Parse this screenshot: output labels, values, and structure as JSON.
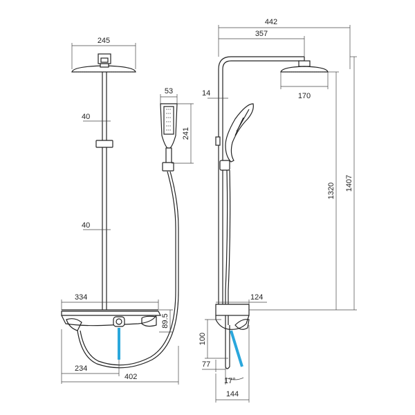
{
  "dimensions": {
    "front_head_width": "245",
    "front_bar_spacing_upper": "40",
    "front_bar_spacing_lower": "40",
    "front_shelf_width": "334",
    "front_mixer_height": "89.5",
    "front_mixer_offset": "234",
    "front_overall_width": "402",
    "hand_shower_width": "53",
    "hand_shower_height": "241",
    "side_overall_reach": "442",
    "side_arm_length": "357",
    "side_pipe_offset": "14",
    "side_head_diameter": "170",
    "side_height_to_head": "1320",
    "side_total_height": "1407",
    "side_shelf_depth": "124",
    "side_mixer_height": "100",
    "side_spout_projection": "77",
    "side_spout_angle": "17°",
    "side_base_depth": "144"
  },
  "colors": {
    "outline": "#222222",
    "water": "#2aa7dc"
  }
}
